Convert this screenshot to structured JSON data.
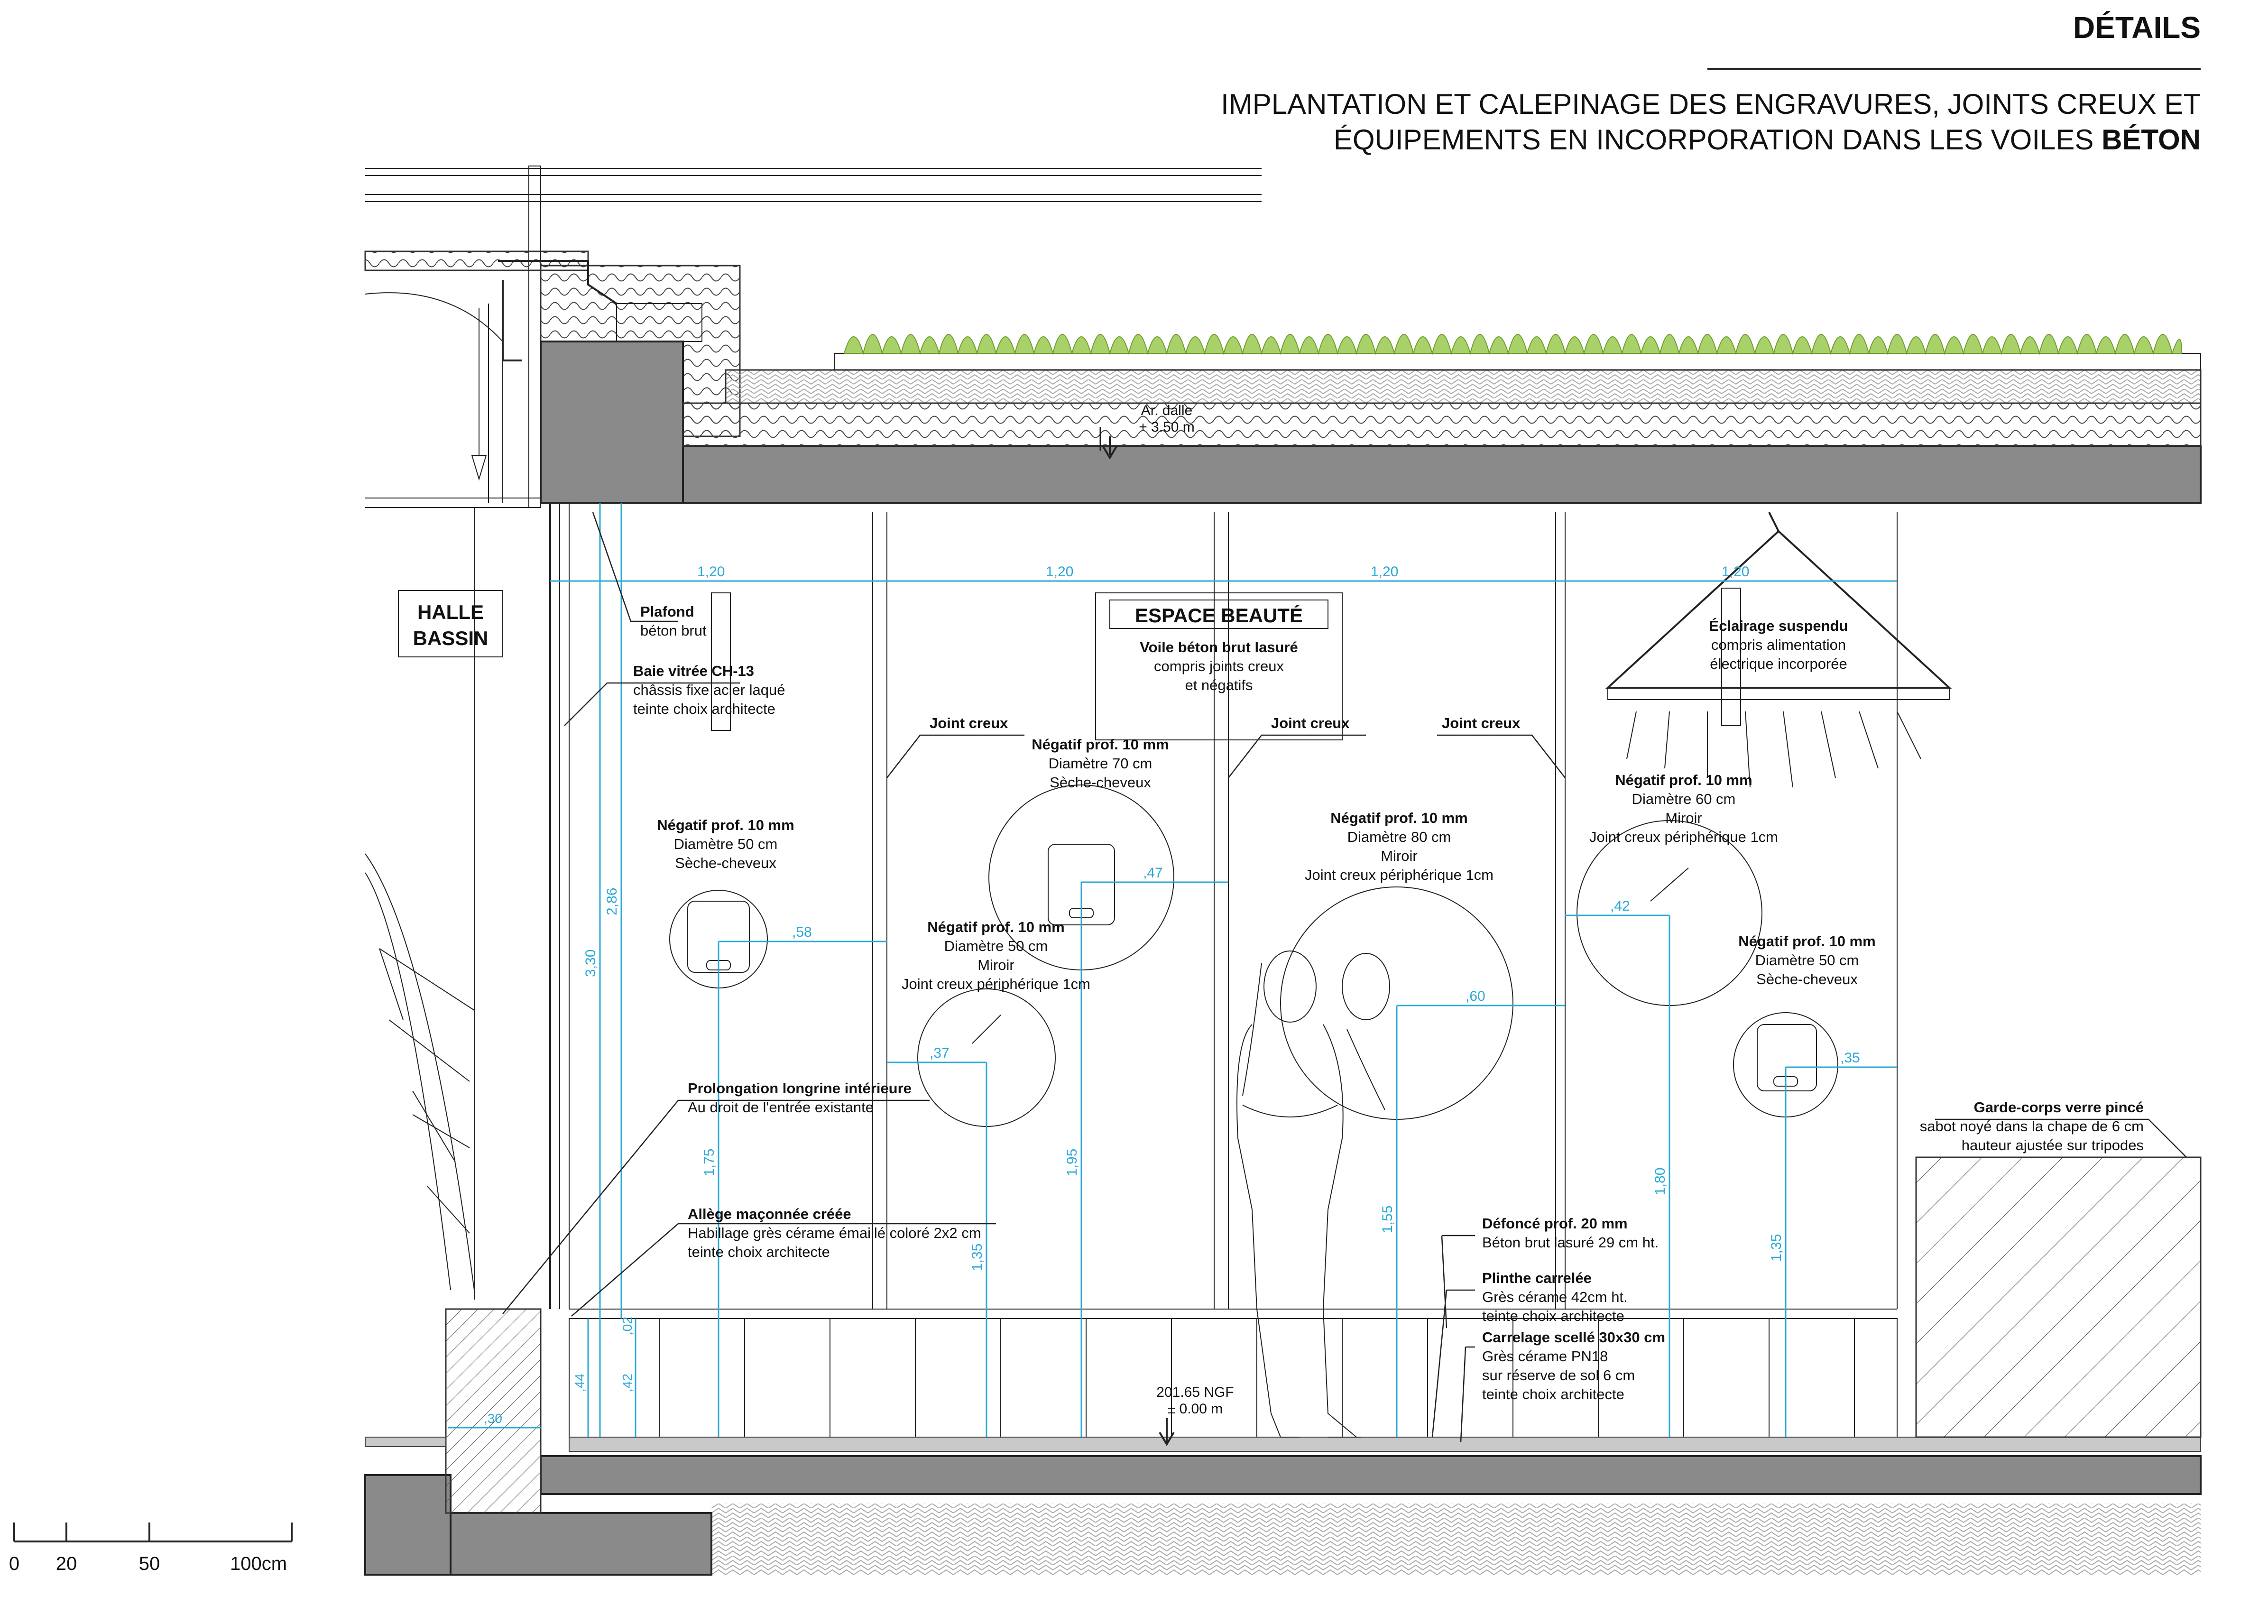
{
  "header": {
    "section": "DÉTAILS",
    "subtitle_line1": "IMPLANTATION ET CALEPINAGE DES ENGRAVURES, JOINTS CREUX ET",
    "subtitle_line2_a": "ÉQUIPEMENTS EN INCORPORATION DANS LES VOILES ",
    "subtitle_line2_b": "BÉTON"
  },
  "rooms": {
    "halle_line1": "HALLE",
    "halle_line2": "BASSIN",
    "espace": "ESPACE BEAUTÉ"
  },
  "annotations": {
    "plafond_title": "Plafond",
    "plafond_l1": "béton brut",
    "baie_title": "Baie vitrée CH-13",
    "baie_l1": "châssis fixe acier laqué",
    "baie_l2": "teinte choix architecte",
    "voile_title": "Voile béton brut lasuré",
    "voile_l1": "compris joints creux",
    "voile_l2": "et négatifs",
    "eclairage_title": "Éclairage suspendu",
    "eclairage_l1": "compris alimentation",
    "eclairage_l2": "électrique incorporée",
    "joint1": "Joint creux",
    "joint2": "Joint creux",
    "joint3": "Joint creux",
    "neg1_title": "Négatif prof. 10 mm",
    "neg1_l1": "Diamètre 50 cm",
    "neg1_l2": "Sèche-cheveux",
    "neg2_title": "Négatif prof. 10 mm",
    "neg2_l1": "Diamètre 70 cm",
    "neg2_l2": "Sèche-cheveux",
    "neg3_title": "Négatif prof. 10 mm",
    "neg3_l1": "Diamètre 50 cm",
    "neg3_l2": "Miroir",
    "neg3_l3": "Joint creux périphérique 1cm",
    "neg4_title": "Négatif prof. 10 mm",
    "neg4_l1": "Diamètre 80 cm",
    "neg4_l2": "Miroir",
    "neg4_l3": "Joint creux périphérique 1cm",
    "neg5_title": "Négatif prof. 10 mm",
    "neg5_l1": "Diamètre 60 cm",
    "neg5_l2": "Miroir",
    "neg5_l3": "Joint creux périphérique 1cm",
    "neg6_title": "Négatif prof. 10 mm",
    "neg6_l1": "Diamètre 50 cm",
    "neg6_l2": "Sèche-cheveux",
    "prolong_title": "Prolongation longrine intérieure",
    "prolong_l1": "Au droit de l'entrée existante",
    "allege_title": "Allège maçonnée créée",
    "allege_l1": "Habillage grès cérame émaillé coloré 2x2 cm",
    "allege_l2": "teinte choix architecte",
    "garde_title": "Garde-corps verre pincé",
    "garde_l1": "sabot noyé dans la chape de 6 cm",
    "garde_l2": "hauteur ajustée sur tripodes",
    "defonce_title": "Défoncé prof. 20 mm",
    "defonce_l1": "Béton brut lasuré 29 cm ht.",
    "plinthe_title": "Plinthe carrelée",
    "plinthe_l1": "Grès cérame 42cm ht.",
    "plinthe_l2": "teinte choix architecte",
    "carrelage_title": "Carrelage scellé 30x30 cm",
    "carrelage_l1": "Grès cérame PN18",
    "carrelage_l2": "sur réserve de sol 6 cm",
    "carrelage_l3": "teinte choix architecte",
    "ngf_l1": "201.65 NGF",
    "ngf_l2": "± 0.00 m",
    "dalle_l1": "Ar. dalle",
    "dalle_l2": "+ 3.50 m"
  },
  "dimensions": {
    "h1": "1,20",
    "h2": "1,20",
    "h3": "1,20",
    "h4": "1,20",
    "v330": "3,30",
    "v286": "2,86",
    "v175": "1,75",
    "v135a": "1,35",
    "v195": "1,95",
    "v155": "1,55",
    "v180": "1,80",
    "v135b": "1,35",
    "d58": ",58",
    "d47": ",47",
    "d37": ",37",
    "d60": ",60",
    "d42": ",42",
    "d35": ",35",
    "d44": ",44",
    "d42b": ",42",
    "d02": ",02",
    "d30": ",30"
  },
  "scale": {
    "s0": "0",
    "s20": "20",
    "s50": "50",
    "s100": "100cm"
  },
  "colors": {
    "dimension": "#2aa9d6",
    "concrete": "#8a8a8a",
    "vegetation": "#a8d16a"
  }
}
